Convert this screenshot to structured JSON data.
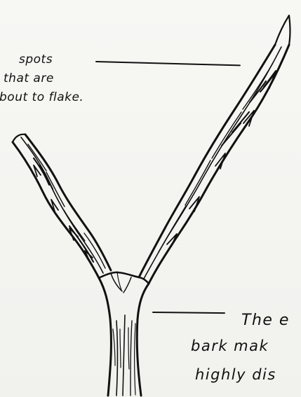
{
  "labels": {
    "top_left_lines": [
      "spots",
      "that are",
      "bout to flake."
    ],
    "bottom_right_lines": [
      "The e",
      "bark mak",
      "highly dis"
    ]
  }
}
